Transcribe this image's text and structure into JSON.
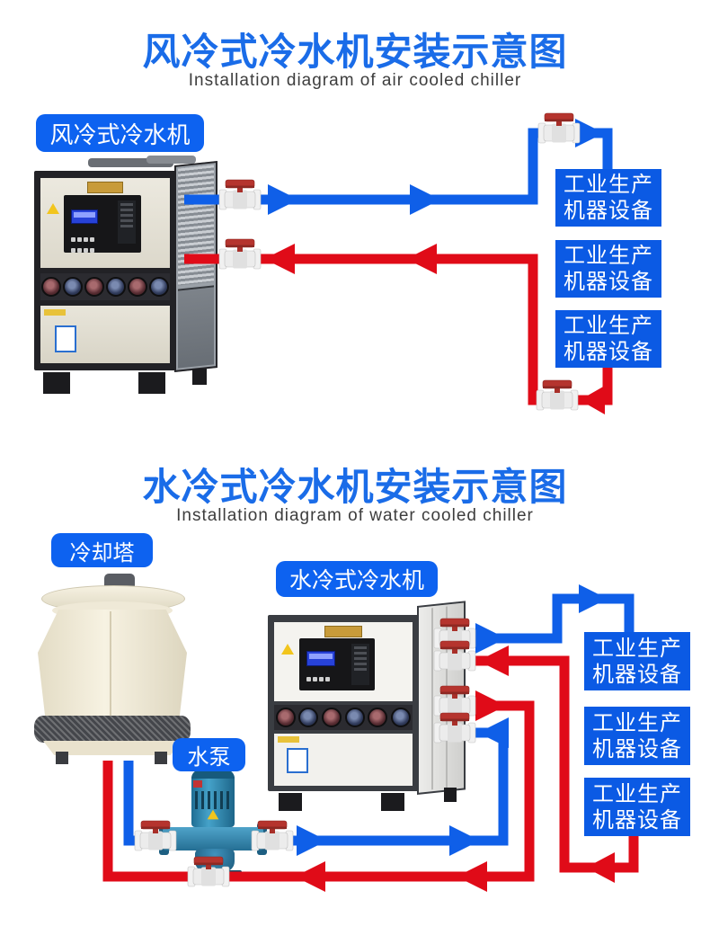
{
  "colors": {
    "title_blue": "#1a6ce8",
    "label_pill_blue": "#0d62f0",
    "equipment_box_blue": "#0b5ae4",
    "pipe_blue": "#0f5fe8",
    "pipe_red": "#e00b18",
    "valve_handle_red": "#b5342e",
    "subtitle_gray": "#3d3d3d"
  },
  "section_air": {
    "title": "风冷式冷水机安装示意图",
    "subtitle": "Installation diagram of air cooled chiller",
    "chiller_label": "风冷式冷水机",
    "equipment_boxes": [
      {
        "line1": "工业生产",
        "line2": "机器设备"
      },
      {
        "line1": "工业生产",
        "line2": "机器设备"
      },
      {
        "line1": "工业生产",
        "line2": "机器设备"
      }
    ]
  },
  "section_water": {
    "title": "水冷式冷水机安装示意图",
    "subtitle": "Installation diagram of water cooled chiller",
    "tower_label": "冷却塔",
    "chiller_label": "水冷式冷水机",
    "pump_label": "水泵",
    "equipment_boxes": [
      {
        "line1": "工业生产",
        "line2": "机器设备"
      },
      {
        "line1": "工业生产",
        "line2": "机器设备"
      },
      {
        "line1": "工业生产",
        "line2": "机器设备"
      }
    ]
  }
}
